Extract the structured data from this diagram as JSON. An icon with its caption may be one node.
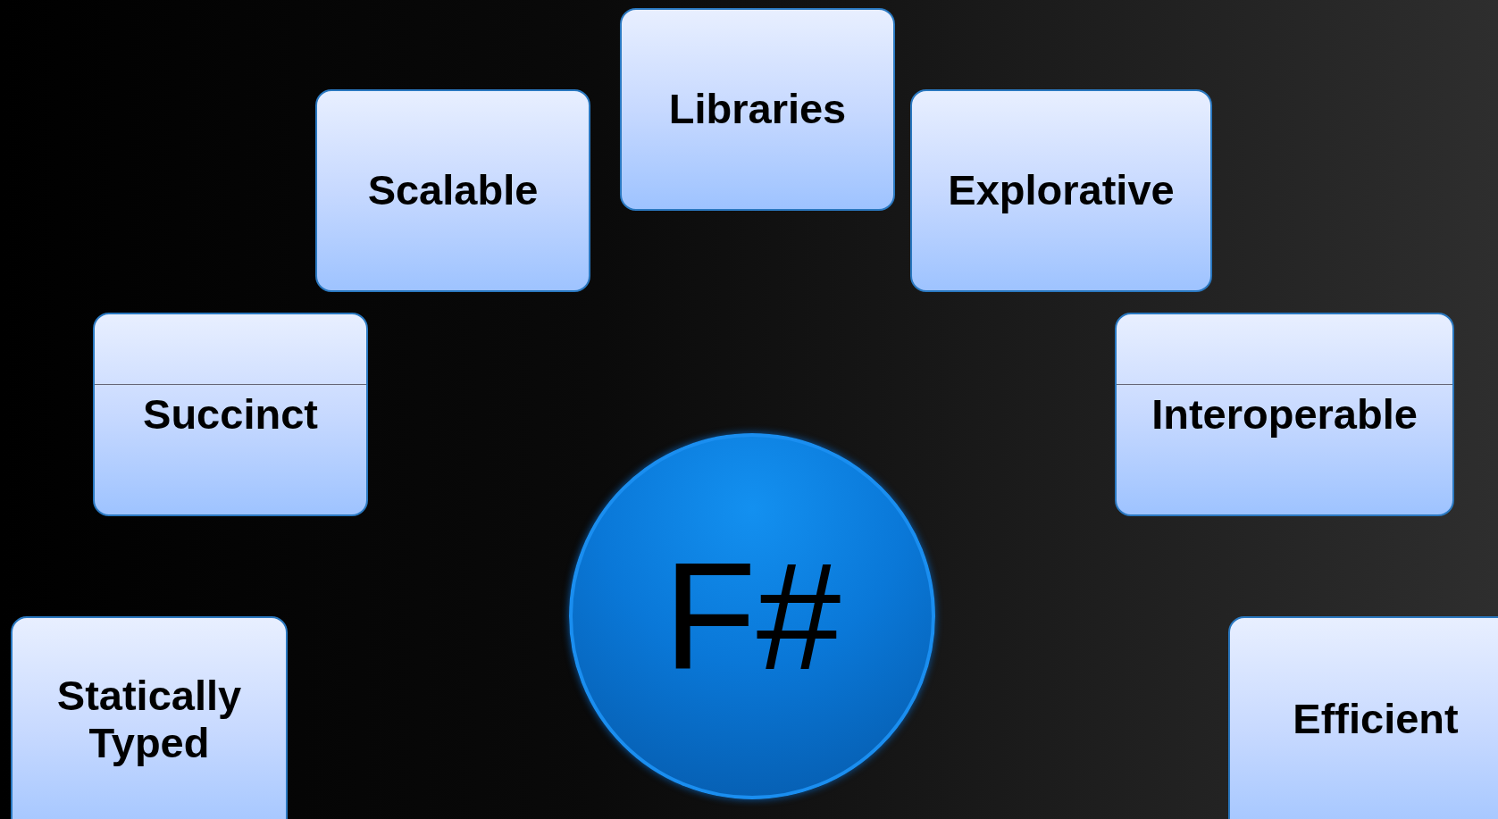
{
  "diagram": {
    "nodes": [
      {
        "text": [
          "Statically Typed"
        ]
      },
      {
        "text": [
          "Succinct"
        ]
      },
      {
        "text": [
          "Scalable"
        ]
      },
      {
        "text": [
          "Libraries"
        ]
      },
      {
        "text": [
          "Explorative"
        ]
      },
      {
        "text": [
          "Interoperable"
        ]
      },
      {
        "text": [
          "Efficient"
        ]
      },
      {
        "text": [
          "F#"
        ]
      }
    ]
  }
}
